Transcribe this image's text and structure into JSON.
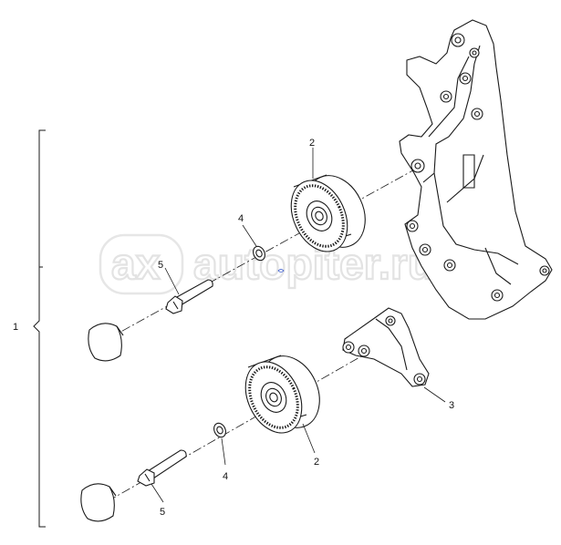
{
  "diagram": {
    "callouts": {
      "assembly": "1",
      "pulley_upper": "2",
      "pulley_lower": "2",
      "bracket": "3",
      "washer_upper": "4",
      "washer_lower": "4",
      "bolt_upper": "5",
      "bolt_lower": "5"
    },
    "watermark": {
      "logo": "ax",
      "text": "autopiter.ru"
    },
    "line_color": "#1a1a1a",
    "watermark_color": "#e3e3e3"
  }
}
